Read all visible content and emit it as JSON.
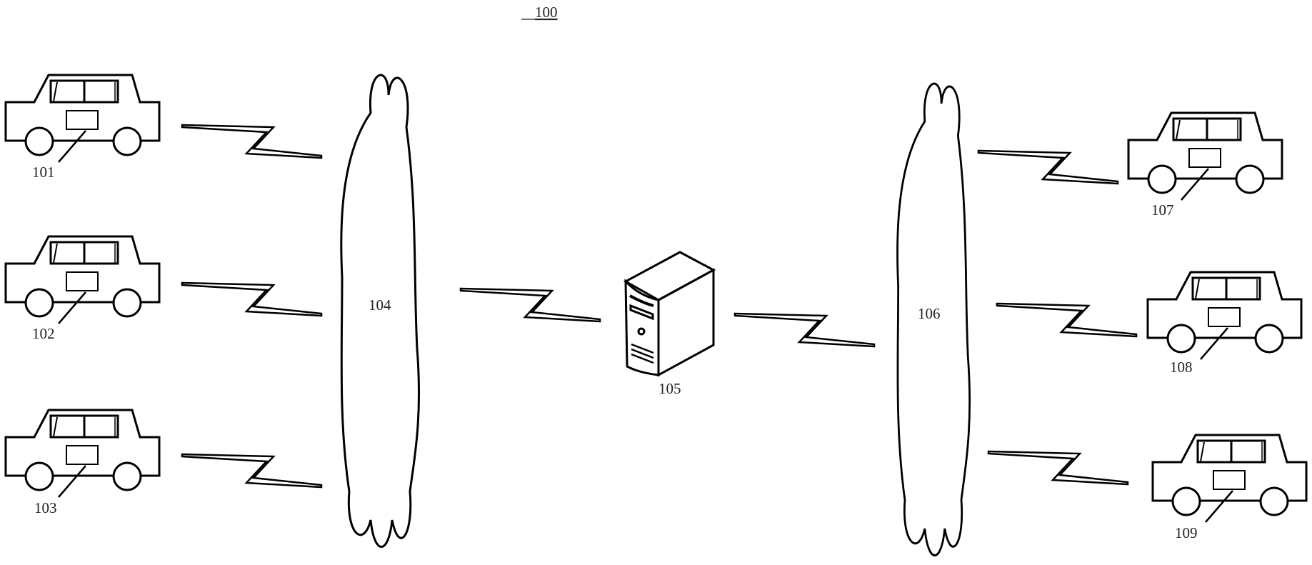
{
  "figure_label": "100",
  "vehicles": [
    {
      "label": "101"
    },
    {
      "label": "102"
    },
    {
      "label": "103"
    },
    {
      "label": "107"
    },
    {
      "label": "108"
    },
    {
      "label": "109"
    }
  ],
  "networks": [
    {
      "label": "104"
    },
    {
      "label": "106"
    }
  ],
  "server": {
    "label": "105"
  }
}
